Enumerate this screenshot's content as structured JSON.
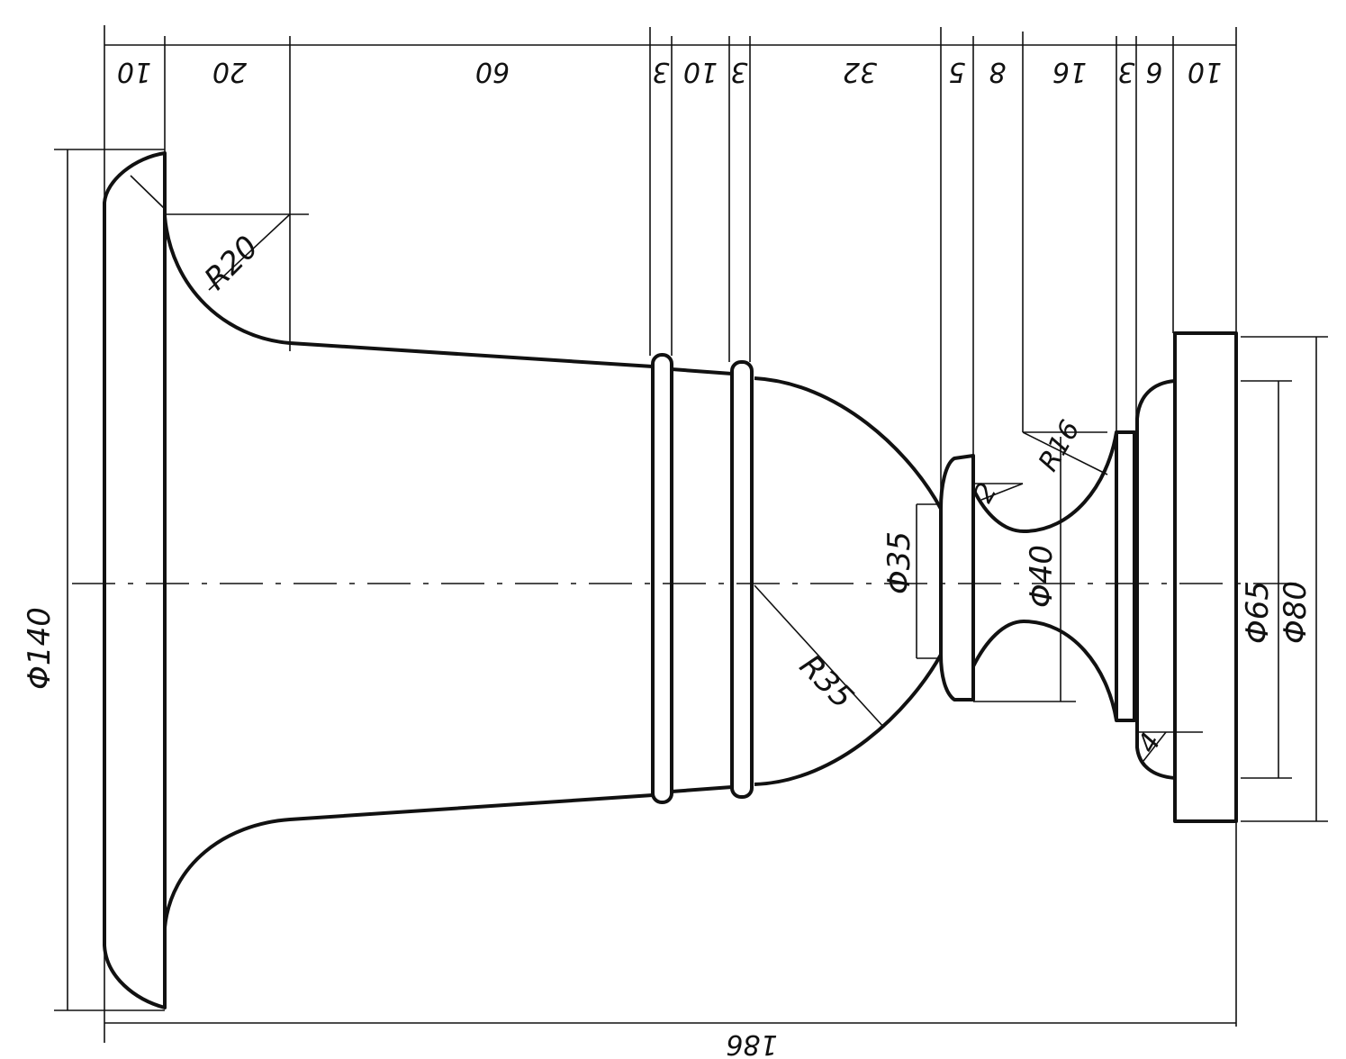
{
  "drawing": {
    "top_dimensions": [
      "10",
      "20",
      "60",
      "3",
      "10",
      "3",
      "32",
      "5",
      "8",
      "16",
      "3",
      "6",
      "10"
    ],
    "overall_length": "186",
    "dia_140": "Φ140",
    "radius_20": "R20",
    "radius_35": "R35",
    "dia_35": "Φ35",
    "dia_40": "Φ40",
    "radius_16": "R16",
    "radius_2": "2",
    "radius_4": "4",
    "dia_65": "Φ65",
    "dia_80": "Φ80"
  }
}
